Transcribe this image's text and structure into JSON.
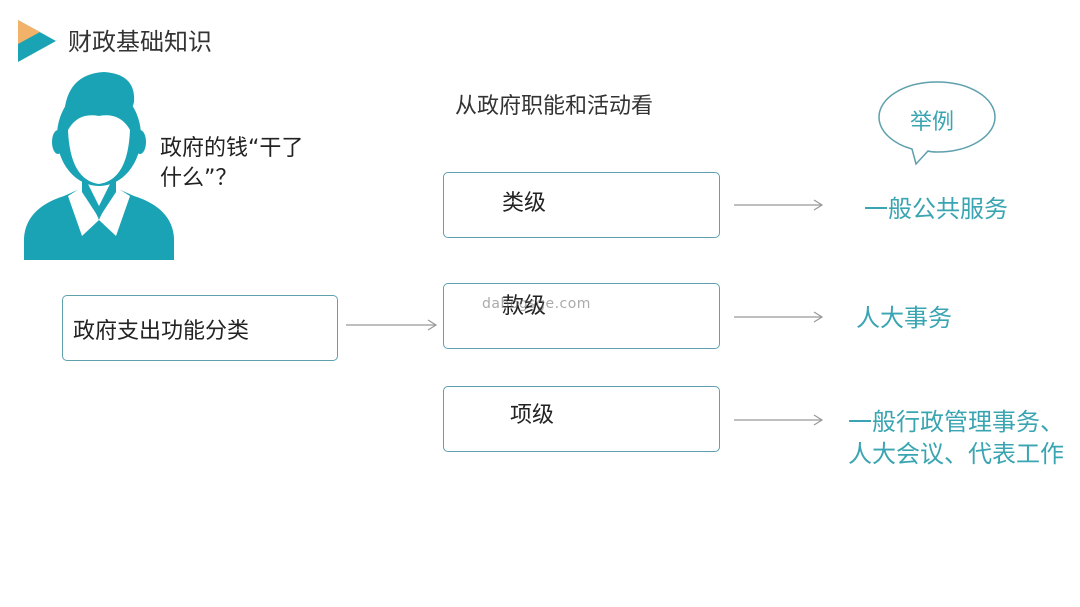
{
  "header": {
    "title": "财政基础知识"
  },
  "question": {
    "text": "政府的钱“干了什么”？"
  },
  "subtitle": "从政府职能和活动看",
  "source_box": {
    "label": "政府支出功能分类"
  },
  "levels": [
    {
      "label": "类级",
      "example": "一般公共服务"
    },
    {
      "label": "款级",
      "example": "人大事务"
    },
    {
      "label": "项级",
      "example": "一般行政管理事务、人大会议、代表工作"
    }
  ],
  "example_bubble": "举例",
  "watermark": "dabogsge.com",
  "colors": {
    "accent": "#1aa3b4",
    "box_border": "#5ea0ad",
    "example_text": "#3aa5b2",
    "arrow": "#999999",
    "triangle_orange": "#f3b26a"
  }
}
